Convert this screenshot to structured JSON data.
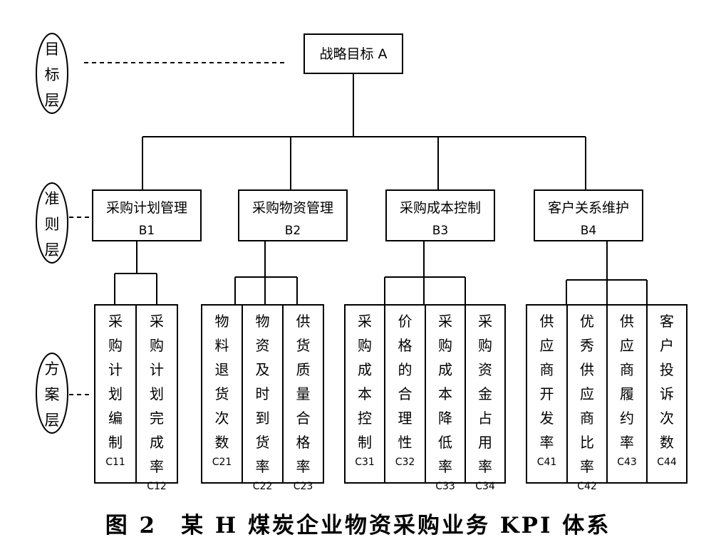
{
  "levels": {
    "target": "目标层",
    "criteria": "准则层",
    "scheme": "方案层"
  },
  "goal": "战略目标 A",
  "criteria": [
    {
      "name": "采购计划管理",
      "code": "B1",
      "items": [
        {
          "text": "采购计划编制",
          "code": "C11"
        },
        {
          "text": "采购计划完成率",
          "code": "C12"
        }
      ]
    },
    {
      "name": "采购物资管理",
      "code": "B2",
      "items": [
        {
          "text": "物料退货次数",
          "code": "C21"
        },
        {
          "text": "物资及时到货率",
          "code": "C22"
        },
        {
          "text": "供货质量合格率",
          "code": "C23"
        }
      ]
    },
    {
      "name": "采购成本控制",
      "code": "B3",
      "items": [
        {
          "text": "采购成本控制",
          "code": "C31"
        },
        {
          "text": "价格的合理性",
          "code": "C32"
        },
        {
          "text": "采购成本降低率",
          "code": "C33"
        },
        {
          "text": "采购资金占用率",
          "code": "C34"
        }
      ]
    },
    {
      "name": "客户关系维护",
      "code": "B4",
      "items": [
        {
          "text": "供应商开发率",
          "code": "C41"
        },
        {
          "text": "优秀供应商比率",
          "code": "C42"
        },
        {
          "text": "供应商履约率",
          "code": "C43"
        },
        {
          "text": "客户投诉次数",
          "code": "C44"
        }
      ]
    }
  ],
  "caption": {
    "figure": "图 2",
    "title": "某 H 煤炭企业物资采购业务 KPI 体系"
  }
}
